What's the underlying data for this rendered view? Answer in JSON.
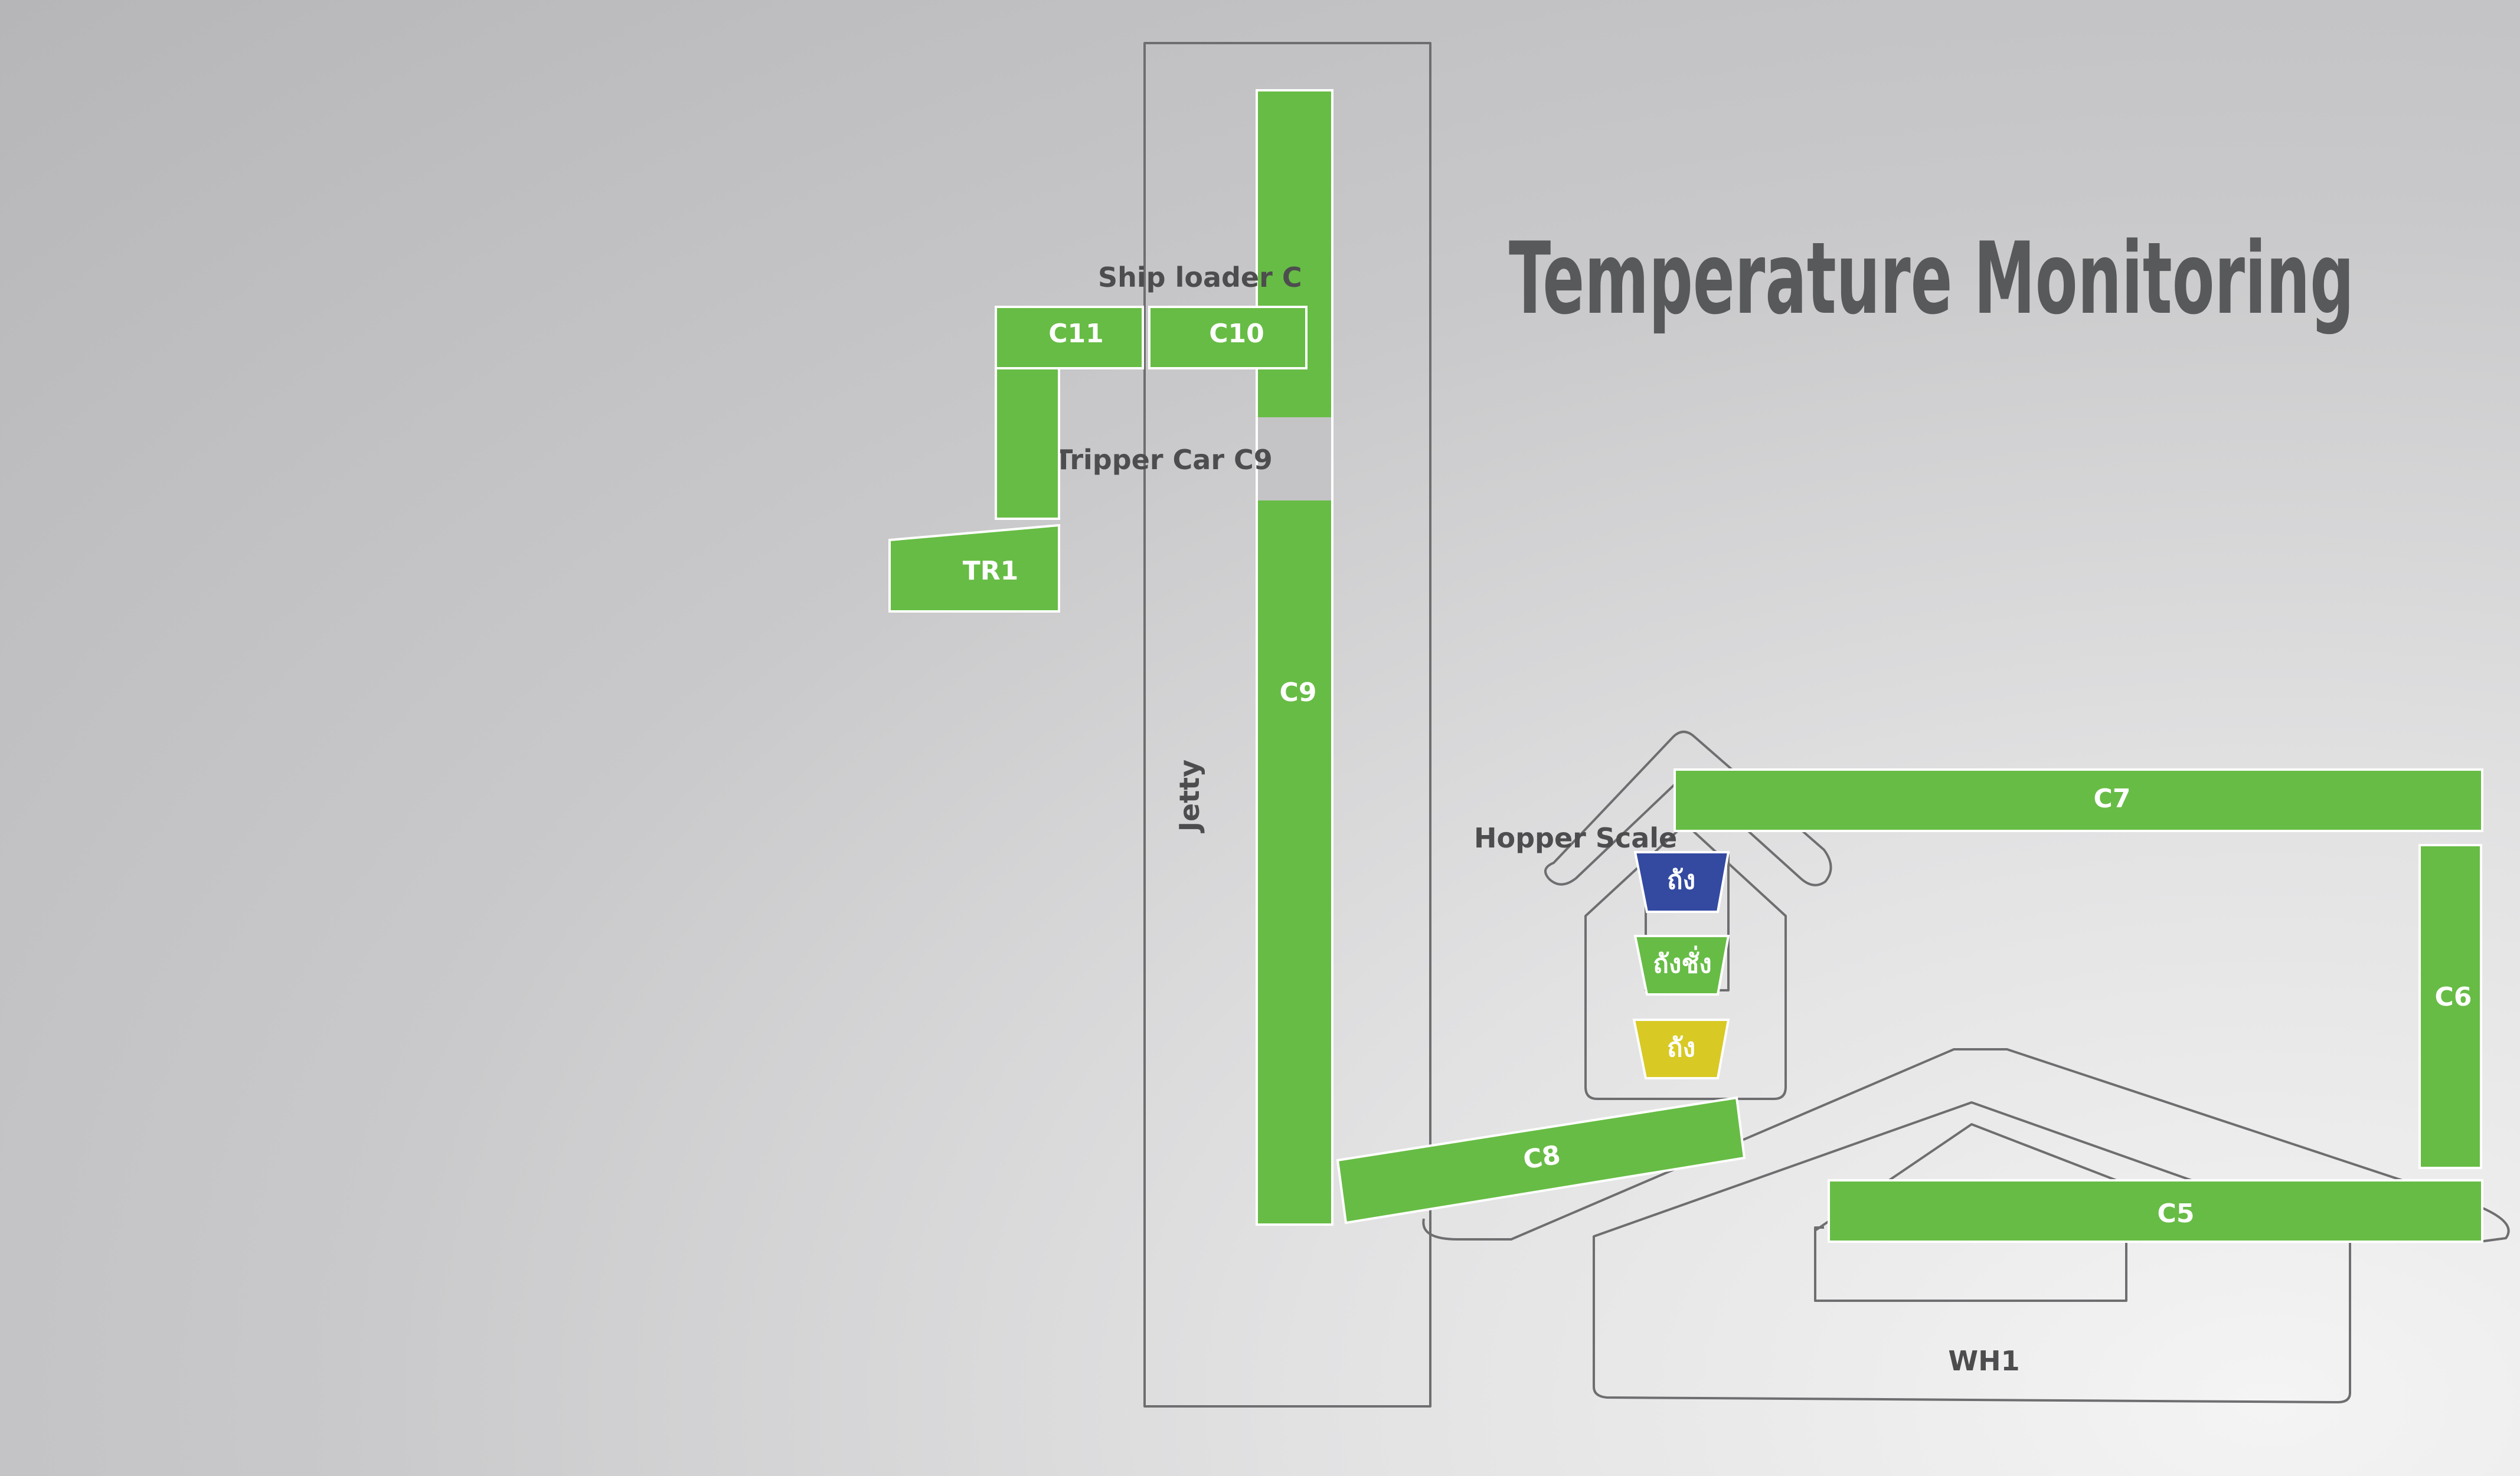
{
  "title": "Temperature Monitoring",
  "colors": {
    "conveyor": "#67bc45",
    "title": "#58595b",
    "label_dark": "#4d4d4f",
    "outline": "#6e6e70",
    "tripper_car": "#c4c4c6",
    "hopper_top": "#344aa0",
    "hopper_scale": "#67bc45",
    "hopper_bottom": "#d8c924"
  },
  "labels": {
    "ship_loader": "Ship loader C",
    "tripper_car": "Tripper Car C9",
    "jetty": "Jetty",
    "hopper_scale": "Hopper Scale",
    "warehouse": "WH1"
  },
  "conveyors": {
    "c5": "C5",
    "c6": "C6",
    "c7": "C7",
    "c8": "C8",
    "c9": "C9",
    "c10": "C10",
    "c11": "C11",
    "tr1": "TR1"
  },
  "hoppers": {
    "top": "ถัง",
    "scale": "ถังชั่ง",
    "bottom": "ถัง"
  }
}
